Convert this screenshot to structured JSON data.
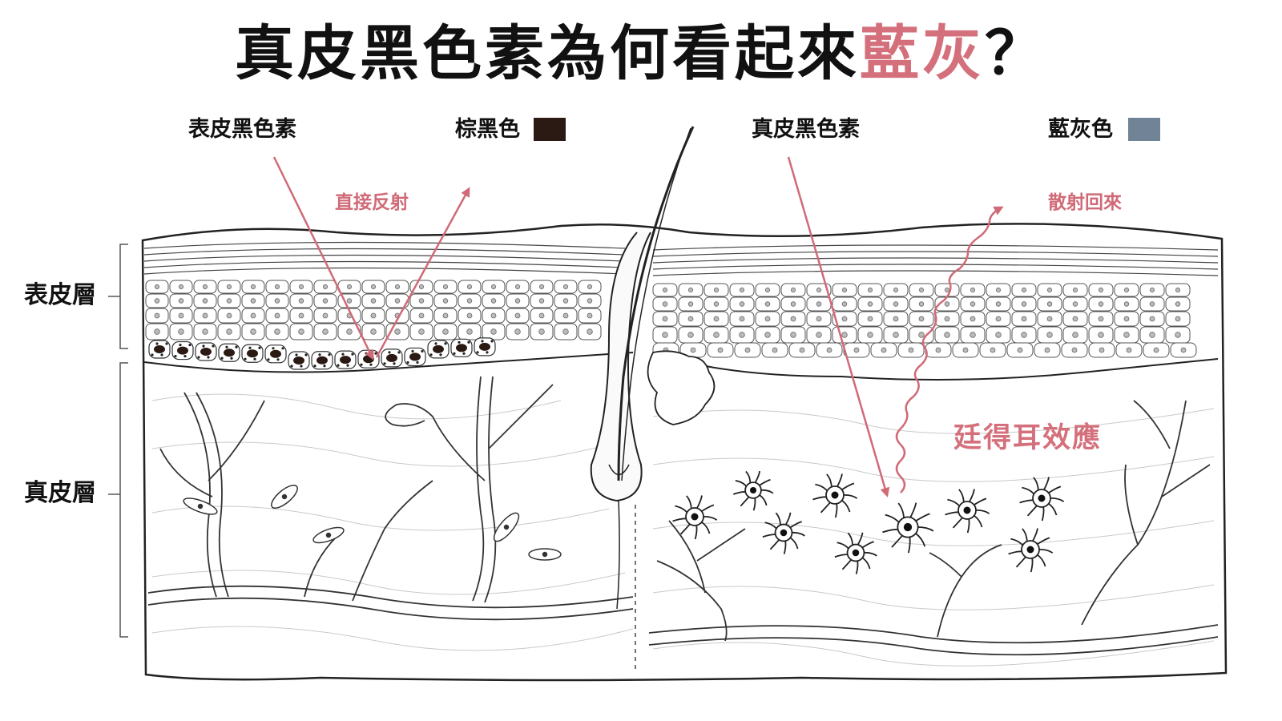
{
  "title": {
    "main": "真皮黑色素為何看起來",
    "highlight": "藍灰",
    "end": "？"
  },
  "left_panel": {
    "pigment_label": "表皮黑色素",
    "color_label": "棕黑色",
    "arrow_label": "直接反射"
  },
  "right_panel": {
    "pigment_label": "真皮黑色素",
    "color_label": "藍灰色",
    "arrow_label": "散射回來",
    "effect_label": "廷得耳效應"
  },
  "layers": {
    "epidermis": "表皮層",
    "dermis": "真皮層"
  },
  "colors": {
    "brown_black": "#2b1a14",
    "blue_gray": "#718497",
    "accent": "#d4707c"
  }
}
